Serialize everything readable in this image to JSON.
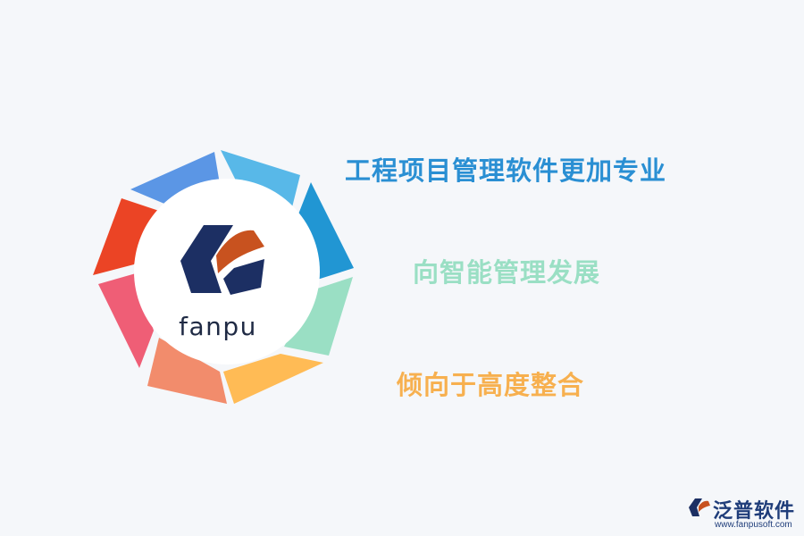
{
  "logo": {
    "text": "fanpu"
  },
  "headlines": [
    "工程项目管理软件更加专业",
    "向智能管理发展",
    "倾向于高度整合"
  ],
  "brand": {
    "name": "泛普软件",
    "url": "www.fanpusoft.com"
  },
  "colors": {
    "background": "#f5f7fa",
    "navy": "#1c2f63",
    "logo_orange": "#c8521f",
    "segments": [
      "#58b8e8",
      "#2196d3",
      "#9adfc4",
      "#ffbb55",
      "#f28c6c",
      "#ef5e76",
      "#eb4425",
      "#5b96e5"
    ]
  }
}
